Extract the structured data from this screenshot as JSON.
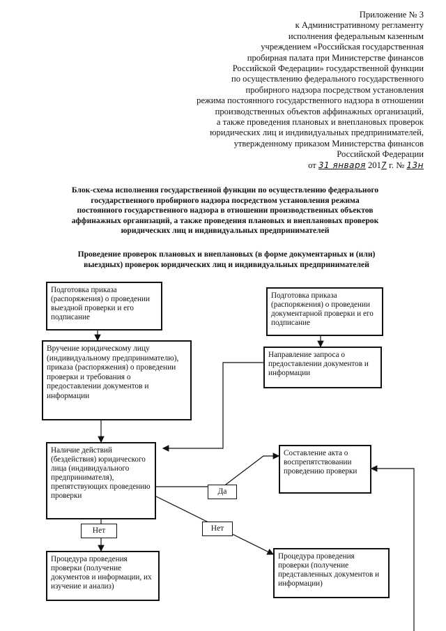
{
  "header": {
    "lines": [
      "Приложение № 3",
      "к Административному регламенту",
      "исполнения федеральным казенным",
      "учреждением «Российская государственная",
      "пробирная палата при Министерстве финансов",
      "Российской Федерации» государственной функции",
      "по осуществлению федерального государственного",
      "пробирного надзора посредством установления",
      "режима постоянного государственного надзора в отношении",
      "производственных объектов аффинажных организаций,",
      "а также проведения плановых и внеплановых проверок",
      "юридических лиц и индивидуальных предпринимателей,",
      "утвержденному приказом Министерства финансов",
      "Российской Федерации"
    ],
    "date_prefix": "от",
    "date_handwritten": "31 января",
    "year_prefix": "201",
    "year_handwritten": "7",
    "year_suffix": "г. №",
    "number_handwritten": "13н"
  },
  "title": {
    "main": "Блок-схема исполнения государственной функции по осуществлению федерального государственного пробирного надзора посредством установления режима постоянного государственного надзора в отношении производственных объектов аффинажных организаций, а также проведения плановых и внеплановых проверок юридических лиц и индивидуальных предпринимателей",
    "sub": "Проведение проверок плановых и внеплановых (в форме документарных и (или) выездных) проверок юридических лиц и индивидуальных предпринимателей"
  },
  "flow": {
    "box_prepare_onsite": "Подготовка приказа (распоряжения) о проведении выездной проверки и его подписание",
    "box_prepare_documentary": "Подготовка приказа (распоряжения) о проведении документарной проверки и его подписание",
    "box_deliver_order": "Вручение юридическому лицу (индивидуальному предпринимателю), приказа (распоряжения) о проведении проверки и требования о предоставлении документов и информации",
    "box_send_request": "Направление запроса о предоставлении документов и информации",
    "box_obstruction_check": "Наличие действий (бездействия) юридического лица (индивидуального предпринимателя), препятствующих проведению проверки",
    "box_obstruction_act": "Составление акта о воспрепятствовании проведению проверки",
    "label_yes": "Да",
    "label_no_left": "Нет",
    "label_no_right": "Нет",
    "box_procedure_left": "Процедура проведения проверки (получение документов и информации, их изучение и анализ)",
    "box_procedure_right": "Процедура проведения проверки (получение представленных документов и информации)"
  }
}
